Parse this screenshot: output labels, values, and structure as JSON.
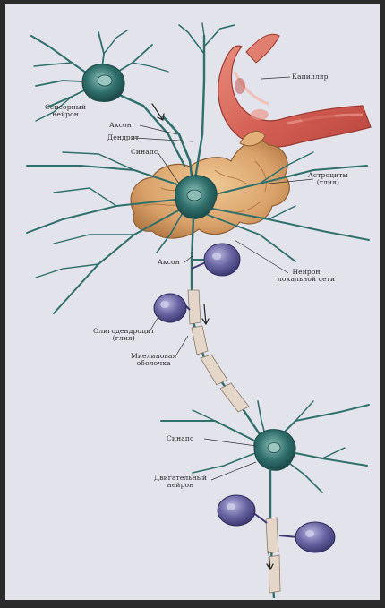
{
  "labels": {
    "sensory_neuron": [
      "Сенсорный",
      "нейрон"
    ],
    "axon_top": "Аксон",
    "dendrite": "Дендрит",
    "synapse_top": "Синапс",
    "capillary": "Капилляр",
    "astrocytes": [
      "Астроциты",
      "(глия)"
    ],
    "axon_mid": "Аксон",
    "local_neuron": [
      "Нейрон",
      "локальной сети"
    ],
    "oligodendrocyte": [
      "Олигодендроцит",
      "(глия)"
    ],
    "myelin_sheath": [
      "Миелиновая",
      "оболочка"
    ],
    "synapse_bottom": "Синапс",
    "motor_neuron": [
      "Двигательный",
      "нейрон"
    ]
  },
  "colors": {
    "paper": "#e9e8f0",
    "neuron": "#2f6f6c",
    "neuron_light": "#6fa7a0",
    "capillary": "#d7665a",
    "astrocyte": "#d9a16a",
    "glia_purple": "#5e5a96",
    "myelin": "#e4d6c8",
    "label_text": "#2b2b2b"
  }
}
